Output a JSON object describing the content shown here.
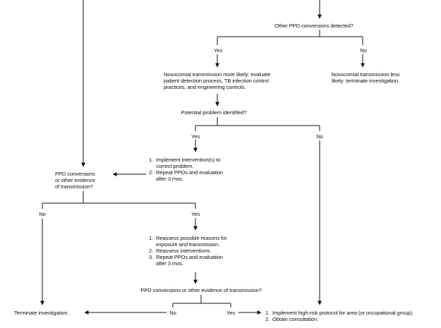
{
  "nodes": {
    "q_other_conversions": "Other PPD conversions detected?",
    "yes_1": "Yes",
    "no_1": "No",
    "nosocomial_likely": [
      "Nosocomial transmission more likely: evaluate",
      "patient detection process, TB infection control",
      "practices, and engineering controls."
    ],
    "nosocomial_less_likely": [
      "Nosocomial transmission less",
      "likely: terminate investigation."
    ],
    "q_potential_problem": "Potential problem identified?",
    "yes_2": "Yes",
    "no_2": "No",
    "interventions_list": [
      {
        "num": "1.",
        "lines": [
          "Implement intervention(s) to",
          "correct problem."
        ]
      },
      {
        "num": "2.",
        "lines": [
          "Repeat PPDs and evaluation",
          "after 3 mos."
        ]
      }
    ],
    "q_ppd_evidence_left": [
      "PPD conversions",
      "or other evidence",
      "of transmission?"
    ],
    "no_3": "No",
    "yes_3": "Yes",
    "reassess_list": [
      {
        "num": "1.",
        "lines": [
          "Reassess possible reasons for",
          "exposure and transmission."
        ]
      },
      {
        "num": "2.",
        "lines": [
          "Reassess interventions."
        ]
      },
      {
        "num": "3.",
        "lines": [
          "Repeat PPDs and evaluation",
          "after 3 mos."
        ]
      }
    ],
    "q_ppd_evidence_bottom": "PPD conversions or other evidence of transmission?",
    "no_4": "No",
    "yes_4": "Yes",
    "terminate": "Terminate investigation.",
    "high_risk_list": [
      {
        "num": "1.",
        "lines": [
          "Implement high-risk protocol for area (or occupational group)."
        ]
      },
      {
        "num": "2.",
        "lines": [
          "Obtain consultation."
        ]
      }
    ]
  }
}
